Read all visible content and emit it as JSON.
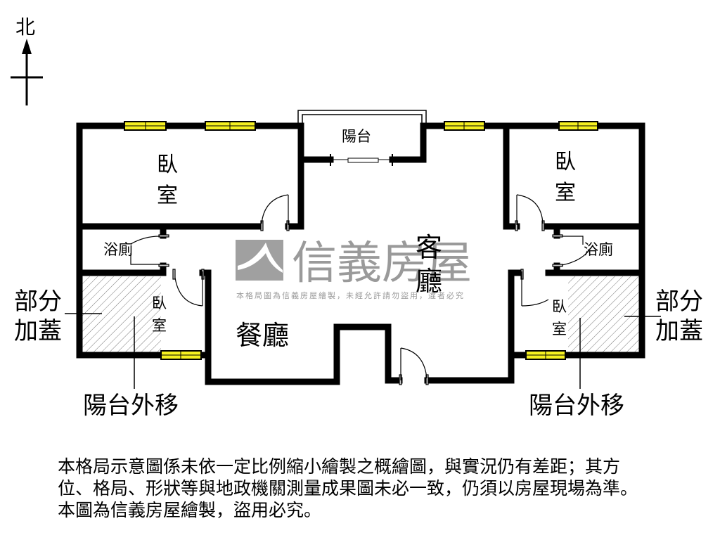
{
  "compass": {
    "label": "北",
    "direction": "north"
  },
  "rooms": {
    "bedroom_top_left": {
      "line1": "臥",
      "line2": "室"
    },
    "bedroom_top_right": {
      "line1": "臥",
      "line2": "室"
    },
    "balcony": "陽台",
    "bath_left": "浴廁",
    "bath_right": "浴廁",
    "bedroom_bottom_left": {
      "line1": "臥",
      "line2": "室"
    },
    "bedroom_bottom_right": {
      "line1": "臥",
      "line2": "室"
    },
    "living_room": {
      "line1": "客",
      "line2": "廳"
    },
    "dining_room": "餐廳"
  },
  "annotations": {
    "left_addition": {
      "line1": "部分",
      "line2": "加蓋"
    },
    "right_addition": {
      "line1": "部分",
      "line2": "加蓋"
    },
    "left_balcony_moved": "陽台外移",
    "right_balcony_moved": "陽台外移"
  },
  "watermark": {
    "brand": "信義房屋",
    "notice": "本格局圖為信義房屋繪製，未經允許請勿盜用，違者必究"
  },
  "disclaimer": {
    "lines": [
      "本格局示意圖係未依一定比例縮小繪製之概繪圖，與實況仍有差距；其方",
      "位、格局、形狀等與地政機關測量成果圖未必一致，仍須以房屋現場為準。",
      "本圖為信義房屋繪製，盜用必究。"
    ]
  },
  "colors": {
    "wall": "#000000",
    "window": "#f5f020",
    "hatch": "#777777",
    "watermark": "#9a9a9a"
  }
}
